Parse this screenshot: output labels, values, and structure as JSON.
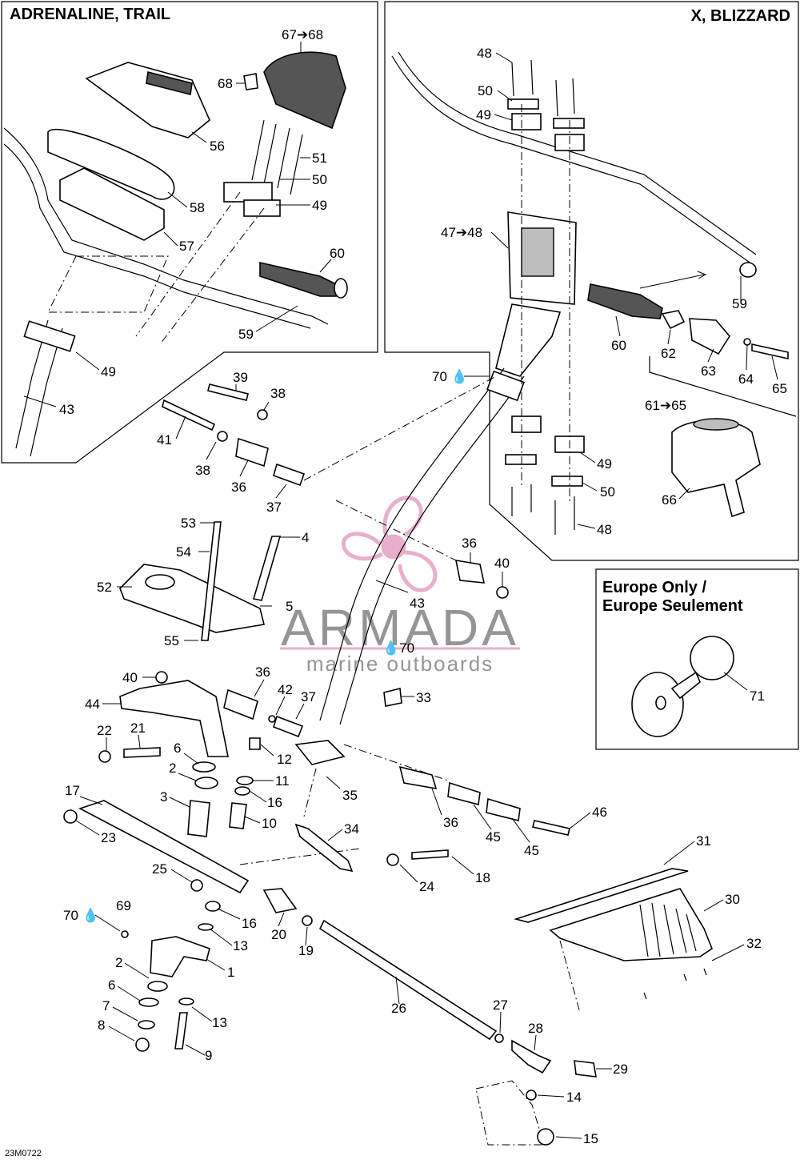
{
  "panels": {
    "left_title": "ADRENALINE, TRAIL",
    "right_title": "X, BLIZZARD",
    "europe_title_line1": "Europe Only /",
    "europe_title_line2": "Europe Seulement"
  },
  "watermark": {
    "brand": "ARMADA",
    "tagline": "marine outboards",
    "color": "#e6a7c8"
  },
  "drawing_code": "23M0722",
  "callouts": [
    {
      "id": "c67-68",
      "label": "67➔68"
    },
    {
      "id": "c68a",
      "label": "68"
    },
    {
      "id": "c56",
      "label": "56"
    },
    {
      "id": "c51",
      "label": "51"
    },
    {
      "id": "c50a",
      "label": "50"
    },
    {
      "id": "c49a",
      "label": "49"
    },
    {
      "id": "c58",
      "label": "58"
    },
    {
      "id": "c57",
      "label": "57"
    },
    {
      "id": "c60a",
      "label": "60"
    },
    {
      "id": "c59a",
      "label": "59"
    },
    {
      "id": "c49b",
      "label": "49"
    },
    {
      "id": "c43a",
      "label": "43"
    },
    {
      "id": "c48a",
      "label": "48"
    },
    {
      "id": "c50b",
      "label": "50"
    },
    {
      "id": "c49c",
      "label": "49"
    },
    {
      "id": "c47-48",
      "label": "47➔48"
    },
    {
      "id": "c59b",
      "label": "59"
    },
    {
      "id": "c60b",
      "label": "60"
    },
    {
      "id": "c62",
      "label": "62"
    },
    {
      "id": "c63",
      "label": "63"
    },
    {
      "id": "c64",
      "label": "64"
    },
    {
      "id": "c65",
      "label": "65"
    },
    {
      "id": "c61-65",
      "label": "61➔65"
    },
    {
      "id": "c70a",
      "label": "70 💧"
    },
    {
      "id": "c49d",
      "label": "49"
    },
    {
      "id": "c50c",
      "label": "50"
    },
    {
      "id": "c48b",
      "label": "48"
    },
    {
      "id": "c66",
      "label": "66"
    },
    {
      "id": "c39",
      "label": "39"
    },
    {
      "id": "c38a",
      "label": "38"
    },
    {
      "id": "c41",
      "label": "41"
    },
    {
      "id": "c38b",
      "label": "38"
    },
    {
      "id": "c36a",
      "label": "36"
    },
    {
      "id": "c37a",
      "label": "37"
    },
    {
      "id": "c53",
      "label": "53"
    },
    {
      "id": "c4",
      "label": "4"
    },
    {
      "id": "c54",
      "label": "54"
    },
    {
      "id": "c52",
      "label": "52"
    },
    {
      "id": "c5",
      "label": "5"
    },
    {
      "id": "c55",
      "label": "55"
    },
    {
      "id": "c36b",
      "label": "36"
    },
    {
      "id": "c40a",
      "label": "40"
    },
    {
      "id": "c43b",
      "label": "43"
    },
    {
      "id": "c70b",
      "label": "💧70"
    },
    {
      "id": "c71",
      "label": "71"
    },
    {
      "id": "c40b",
      "label": "40"
    },
    {
      "id": "c36c",
      "label": "36"
    },
    {
      "id": "c44",
      "label": "44"
    },
    {
      "id": "c42",
      "label": "42"
    },
    {
      "id": "c37b",
      "label": "37"
    },
    {
      "id": "c33",
      "label": "33"
    },
    {
      "id": "c22",
      "label": "22"
    },
    {
      "id": "c21",
      "label": "21"
    },
    {
      "id": "c6a",
      "label": "6"
    },
    {
      "id": "c12",
      "label": "12"
    },
    {
      "id": "c2a",
      "label": "2"
    },
    {
      "id": "c11",
      "label": "11"
    },
    {
      "id": "c35",
      "label": "35"
    },
    {
      "id": "c17",
      "label": "17"
    },
    {
      "id": "c3",
      "label": "3"
    },
    {
      "id": "c16a",
      "label": "16"
    },
    {
      "id": "c10",
      "label": "10"
    },
    {
      "id": "c23",
      "label": "23"
    },
    {
      "id": "c36d",
      "label": "36"
    },
    {
      "id": "c45a",
      "label": "45"
    },
    {
      "id": "c45b",
      "label": "45"
    },
    {
      "id": "c46",
      "label": "46"
    },
    {
      "id": "c34",
      "label": "34"
    },
    {
      "id": "c31",
      "label": "31"
    },
    {
      "id": "c25",
      "label": "25"
    },
    {
      "id": "c24",
      "label": "24"
    },
    {
      "id": "c18",
      "label": "18"
    },
    {
      "id": "c30",
      "label": "30"
    },
    {
      "id": "c70c",
      "label": "70 💧"
    },
    {
      "id": "c69",
      "label": "69"
    },
    {
      "id": "c16b",
      "label": "16"
    },
    {
      "id": "c20",
      "label": "20"
    },
    {
      "id": "c19",
      "label": "19"
    },
    {
      "id": "c13a",
      "label": "13"
    },
    {
      "id": "c1",
      "label": "1"
    },
    {
      "id": "c32",
      "label": "32"
    },
    {
      "id": "c2b",
      "label": "2"
    },
    {
      "id": "c6b",
      "label": "6"
    },
    {
      "id": "c26",
      "label": "26"
    },
    {
      "id": "c27",
      "label": "27"
    },
    {
      "id": "c7",
      "label": "7"
    },
    {
      "id": "c13b",
      "label": "13"
    },
    {
      "id": "c28",
      "label": "28"
    },
    {
      "id": "c8",
      "label": "8"
    },
    {
      "id": "c9",
      "label": "9"
    },
    {
      "id": "c29",
      "label": "29"
    },
    {
      "id": "c14",
      "label": "14"
    },
    {
      "id": "c15",
      "label": "15"
    }
  ]
}
